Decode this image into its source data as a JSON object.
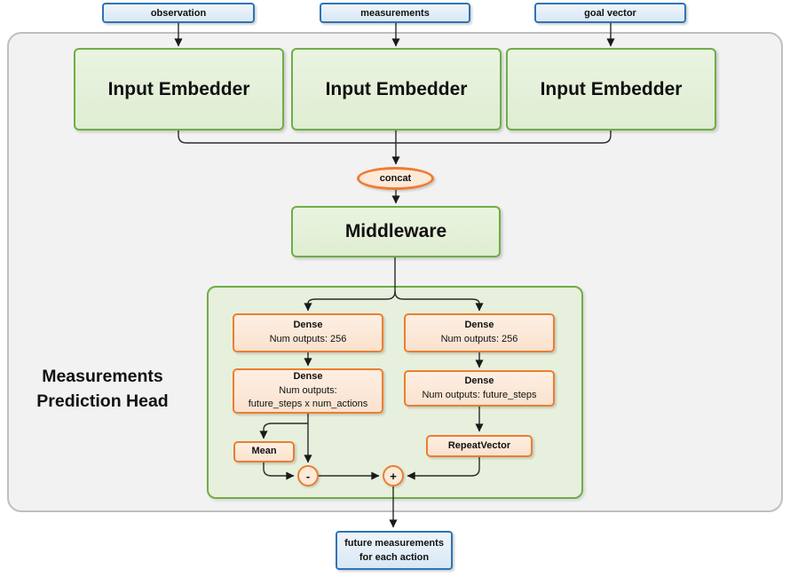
{
  "colors": {
    "blue_border": "#2E74B5",
    "blue_fill": "#DEEAF6",
    "green_border": "#70AD47",
    "green_fill": "#E2EFDA",
    "orange_border": "#ED7D31",
    "orange_fill": "#FBE5D6",
    "container_fill": "#F2F2F2",
    "container_border": "#BFBFBF",
    "wire": "#2B2B2B"
  },
  "inputs": [
    {
      "label": "observation"
    },
    {
      "label": "measurements"
    },
    {
      "label": "goal vector"
    }
  ],
  "embedders": [
    {
      "label": "Input Embedder"
    },
    {
      "label": "Input Embedder"
    },
    {
      "label": "Input Embedder"
    }
  ],
  "concat": {
    "label": "concat"
  },
  "middleware": {
    "label": "Middleware"
  },
  "head": {
    "label_line1": "Measurements",
    "label_line2": "Prediction Head"
  },
  "dense_left_1": {
    "title": "Dense",
    "lines": [
      "Num outputs: 256"
    ]
  },
  "dense_left_2": {
    "title": "Dense",
    "lines": [
      "Num outputs:",
      "future_steps x num_actions"
    ]
  },
  "dense_right_1": {
    "title": "Dense",
    "lines": [
      "Num outputs: 256"
    ]
  },
  "dense_right_2": {
    "title": "Dense",
    "lines": [
      "Num outputs: future_steps"
    ]
  },
  "mean": {
    "label": "Mean"
  },
  "repeat_vector": {
    "label": "RepeatVector"
  },
  "ops": {
    "minus": "-",
    "plus": "+"
  },
  "output": {
    "label_line1": "future measurements",
    "label_line2": "for each action"
  }
}
